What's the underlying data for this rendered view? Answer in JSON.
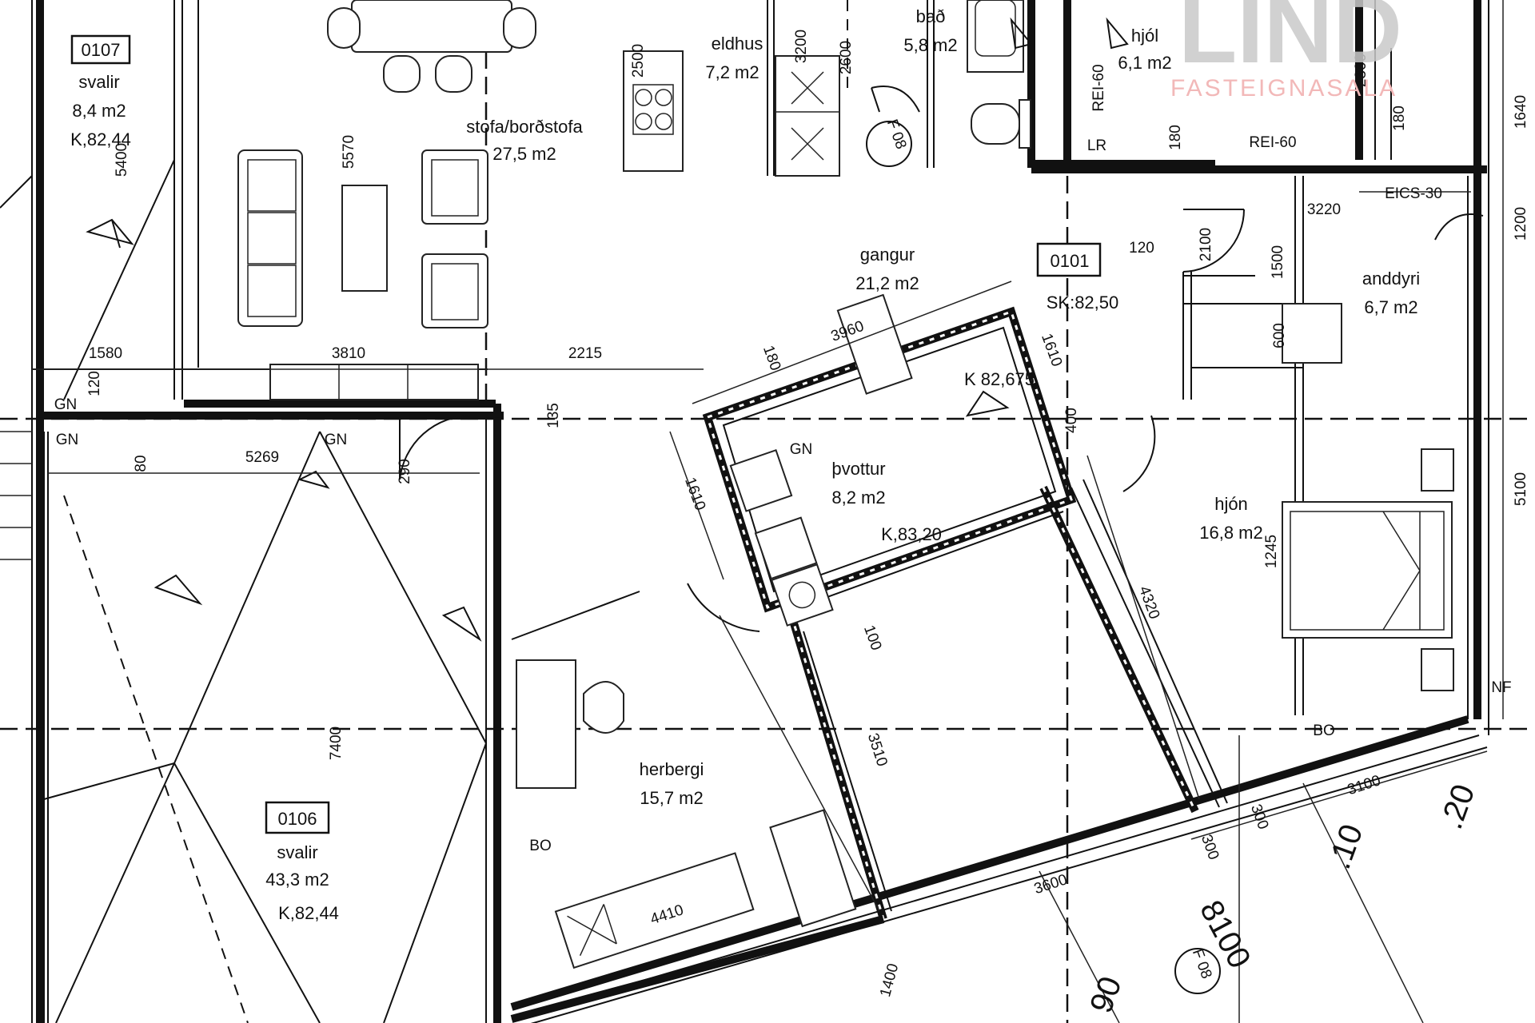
{
  "plan": {
    "rooms": [
      {
        "id": "room-svalir-0107",
        "tag": "0107",
        "name": "svalir",
        "area": "8,4 m2",
        "level": "K,82,44"
      },
      {
        "id": "room-stofa",
        "name": "stofa/borðstofa",
        "area": "27,5 m2"
      },
      {
        "id": "room-eldhus",
        "name": "eldhus",
        "area": "7,2 m2"
      },
      {
        "id": "room-bad",
        "name": "bað",
        "area": "5,8 m2"
      },
      {
        "id": "room-hjol",
        "name": "hjól",
        "area": "6,1 m2"
      },
      {
        "id": "room-gangur",
        "name": "gangur",
        "area": "21,2 m2"
      },
      {
        "id": "room-anddyri",
        "name": "anddyri",
        "area": "6,7 m2"
      },
      {
        "id": "room-thvottur",
        "name": "þvottur",
        "area": "8,2 m2",
        "level": "K,83,20"
      },
      {
        "id": "room-hjon",
        "name": "hjón",
        "area": "16,8 m2"
      },
      {
        "id": "room-herbergi",
        "name": "herbergi",
        "area": "15,7 m2"
      },
      {
        "id": "room-svalir-0106",
        "tag": "0106",
        "name": "svalir",
        "area": "43,3 m2",
        "level": "K,82,44"
      }
    ],
    "unit": {
      "tag": "0101",
      "level": "SK:82,50"
    },
    "levels": {
      "entry": "K 82,675"
    },
    "dimensions": {
      "d5570": "5570",
      "d5400": "5400",
      "d1580": "1580",
      "d120": "120",
      "d3810": "3810",
      "d2215": "2215",
      "d135": "135",
      "d3960": "3960",
      "d180": "180",
      "d1610": "1610",
      "d5269": "5269",
      "d80": "80",
      "d290": "290",
      "d1610b": "1610",
      "d100": "100",
      "d7400": "7400",
      "d3510": "3510",
      "d4320": "4320",
      "d4410": "4410",
      "d1400": "1400",
      "d3600": "3600",
      "d3100": "3100",
      "d300": "300",
      "d300b": "300",
      "d8100": "8100",
      "d2500": "2500",
      "d2600": "2600",
      "d3200": "3200",
      "d1640": "1640",
      "d1200": "1200",
      "d5100": "5100",
      "d3220": "3220",
      "d1500": "1500",
      "d2100": "2100",
      "d120b": "120",
      "d600": "600",
      "d1245": "1245",
      "d180b": "180",
      "d180c": "180",
      "d2300": "2300",
      "d400": "400"
    },
    "codes": {
      "gn1": "GN",
      "gn2": "GN",
      "gn3": "GN",
      "gn4": "GN",
      "rei60a": "REI-60",
      "rei60b": "REI-60",
      "lr": "LR",
      "eics30": "EICS-30",
      "bo1": "BO",
      "bo2": "BO",
      "nf": "NF",
      "f1": "F 08",
      "f2": "F 08"
    },
    "slopes": {
      "s20": ".20",
      "s10": ".10",
      "s90": "90"
    },
    "logo": {
      "name": "LIND",
      "sub": "FASTEIGNASALA"
    }
  }
}
